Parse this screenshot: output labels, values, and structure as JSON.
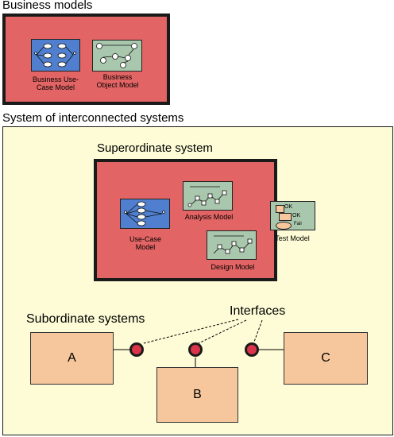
{
  "business_models": {
    "heading": "Business models",
    "use_case_label": [
      "Business Use-",
      "Case Model"
    ],
    "object_label": [
      "Business",
      "Object Model"
    ]
  },
  "system_of_systems": {
    "heading": "System of interconnected systems",
    "superordinate": {
      "heading": "Superordinate system",
      "use_case_label": [
        "Use-Case",
        "Model"
      ],
      "analysis_label": "Analysis Model",
      "design_label": "Design Model",
      "test_label": "Test Model",
      "test_icon_texts": [
        "OK",
        "OK",
        "Fail"
      ]
    },
    "subordinate": {
      "heading": "Subordinate systems",
      "interfaces_label": "Interfaces",
      "box_a": "A",
      "box_b": "B",
      "box_c": "C"
    }
  },
  "colors": {
    "red_box": "#e36464",
    "yellow_area": "#fdfcd6",
    "tan_box": "#f6c79c",
    "interface_fill": "#d9344a",
    "icon_blue": "#4f7fce",
    "icon_green": "#a9c7ad"
  }
}
